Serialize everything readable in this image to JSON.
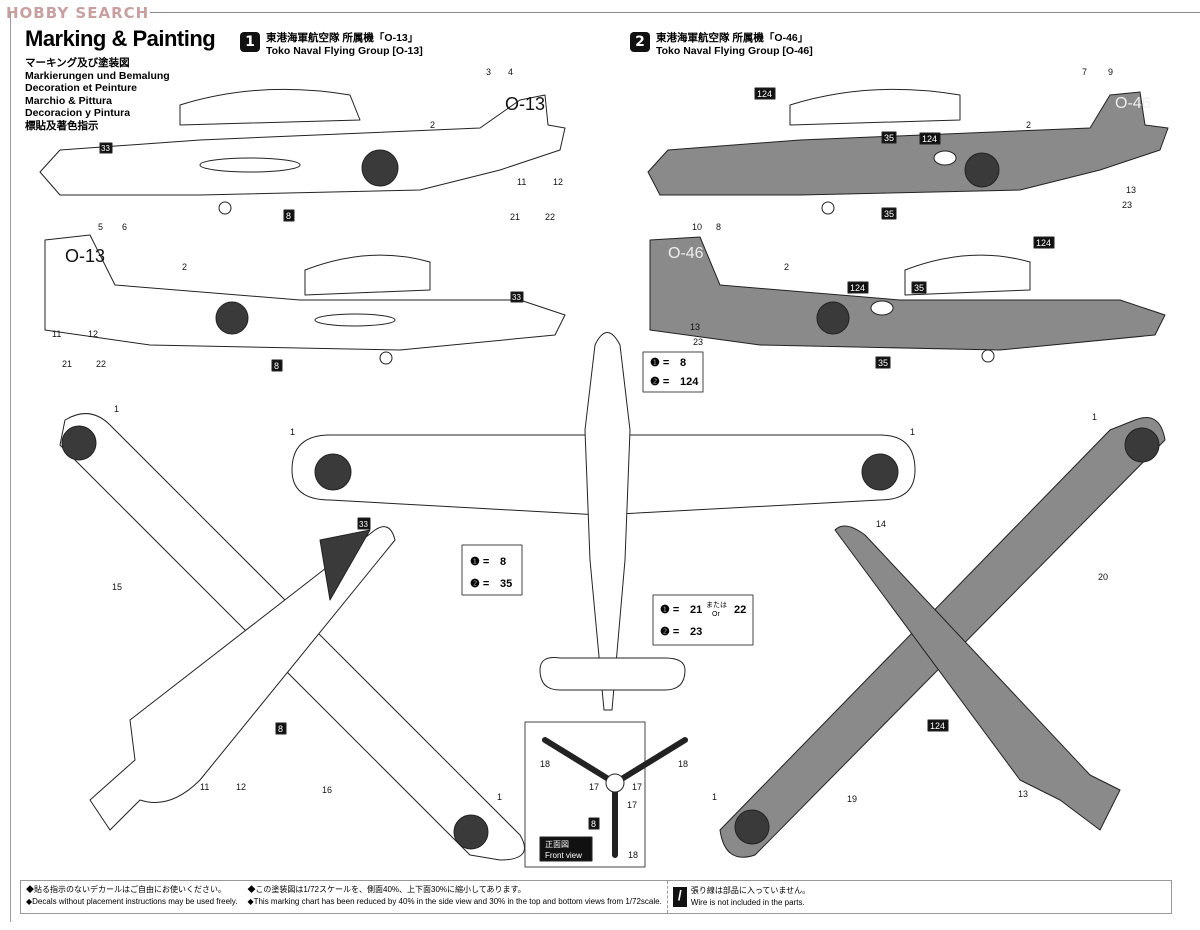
{
  "watermark": "HOBBY SEARCH",
  "title": "Marking & Painting",
  "subtitles": [
    "マーキング及び塗装図",
    "Markierungen und Bemalung",
    "Decoration et Peinture",
    "Marchio & Pittura",
    "Decoracion y Pintura",
    "標貼及著色指示"
  ],
  "schemes": [
    {
      "badge": "1",
      "jp": "東港海軍航空隊 所属機「O-13」",
      "en": "Toko Naval Flying Group [O-13]",
      "tail_code": "O-13",
      "color": "#ffffff"
    },
    {
      "badge": "2",
      "jp": "東港海軍航空隊 所属機「O-46」",
      "en": "Toko Naval Flying Group [O-46]",
      "tail_code": "O-46",
      "color": "#8a8a8a"
    }
  ],
  "callouts": {
    "c1": "1",
    "c2": "2",
    "c3": "3",
    "c4": "4",
    "c5": "5",
    "c6": "6",
    "c7": "7",
    "c8": "8",
    "c9": "9",
    "c10": "10",
    "c11": "11",
    "c12": "12",
    "c13": "13",
    "c14": "14",
    "c15": "15",
    "c16": "16",
    "c17": "17",
    "c18": "18",
    "c19": "19",
    "c20": "20",
    "c21": "21",
    "c22": "22",
    "c23": "23",
    "c33": "33",
    "c35": "35",
    "c124": "124",
    "or_jp": "または",
    "or_en": "Or"
  },
  "legends": [
    {
      "a": "8",
      "b": "124"
    },
    {
      "a": "8",
      "b": "35"
    },
    {
      "a": "21",
      "a_alt": "22",
      "b": "23"
    }
  ],
  "front_view": {
    "jp": "正面図",
    "en": "Front view"
  },
  "notes": {
    "n1_jp": "◆貼る指示のないデカールはご自由にお使いください。",
    "n1_en": "◆Decals without placement instructions may be used freely.",
    "n2_jp": "◆この塗装図は1/72スケールを、側面40%、上下面30%に縮小してあります。",
    "n2_en": "◆This marking chart has been reduced by 40% in the side view and 30% in  the top and bottom views from 1/72scale.",
    "n3_jp": "張り線は部品に入っていません。",
    "n3_en": "Wire is not included in the parts."
  },
  "colors": {
    "hinomaru": "#3a3a3a",
    "scheme2_gray": "#8a8a8a",
    "line": "#222222"
  }
}
